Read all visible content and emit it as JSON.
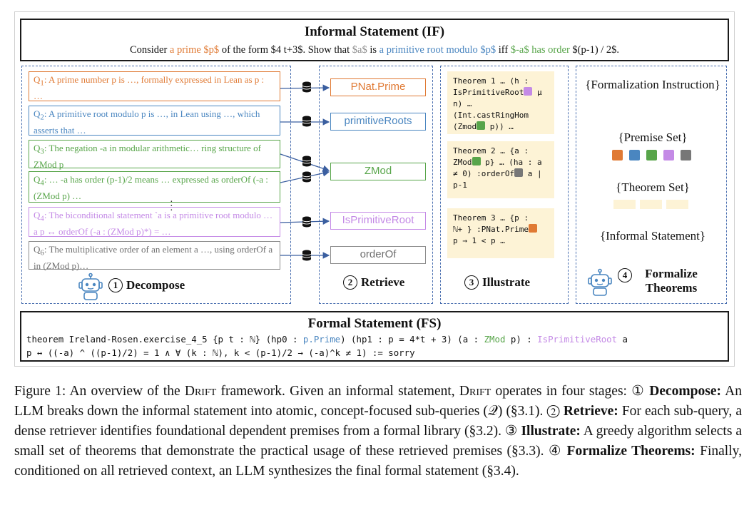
{
  "informal_statement": {
    "title": "Informal Statement (IF)",
    "text_parts": [
      "Consider ",
      "a prime $p$",
      " of the form $4 t+3$. Show that ",
      "$a$",
      " is ",
      "a primitive root modulo $p$",
      " iff ",
      "$-a$ has order",
      " $(p-1) / 2$."
    ]
  },
  "queries": [
    {
      "id": "Q",
      "sub": "1",
      "text": ": A prime number p is …, formally expressed in Lean as p :  …"
    },
    {
      "id": "Q",
      "sub": "2",
      "text": ": A primitive root modulo p is …, in Lean using …, which asserts that …"
    },
    {
      "id": "Q",
      "sub": "3",
      "text": ": The negation -a in modular arithmetic… ring structure of ZMod p"
    },
    {
      "id": "Q",
      "sub": "4",
      "text": ": … -a has order (p-1)/2 means … expressed as orderOf (-a : (ZMod p) …"
    },
    {
      "id": "Q",
      "sub": "4",
      "text": ": The biconditional statement `a is a primitive root modulo … a p ↔ orderOf (-a : (ZMod p)*) = …"
    },
    {
      "id": "Q",
      "sub": "6",
      "text": ": The multiplicative order of an element a …, using orderOf a in (ZMod p)…"
    }
  ],
  "premises": [
    "PNat.Prime",
    "primitiveRoots",
    "ZMod",
    "IsPrimitiveRoot",
    "orderOf"
  ],
  "theorems": [
    {
      "lines": [
        "Theorem 1 … (h :",
        "IsPrimitiveRoot",
        " μ",
        "n) …",
        "(Int.castRingHom",
        "(Zmod",
        " p)) …"
      ]
    },
    {
      "lines": [
        "Theorem 2 … {a :",
        "ZMod",
        " p} … (ha : a",
        "≠ 0) :orderOf",
        " a |",
        "p-1"
      ]
    },
    {
      "lines": [
        "Theorem 3 … {p :",
        "ℕ+ } :PNat.Prime",
        "",
        "p → 1 < p …"
      ]
    }
  ],
  "formalize_inputs": [
    "{Formalization Instruction}",
    "{Premise Set}",
    "{Theorem Set}",
    "{Informal Statement}"
  ],
  "stages": [
    {
      "num": "1",
      "label": "Decompose"
    },
    {
      "num": "2",
      "label": "Retrieve"
    },
    {
      "num": "3",
      "label": "Illustrate"
    },
    {
      "num": "4",
      "label": "Formalize Theorems"
    }
  ],
  "formal_statement": {
    "title": "Formal Statement (FS)",
    "line1_parts": [
      "theorem Ireland-Rosen.exercise_4_5 {p t : ℕ} (hp0 : ",
      "p.Prime",
      ") (hp1 : p = 4*t + 3) (a : ",
      "ZMod",
      " p) : ",
      "IsPrimitiveRoot",
      " a"
    ],
    "line2": "p ↔ ((-a) ^ ((p-1)/2) = 1 ∧ ∀ (k : ℕ), k < (p-1)/2 → (-a)^k ≠ 1) := sorry"
  },
  "caption": {
    "fig": "Figure 1: An overview of the ",
    "name": "Drift",
    "p1": " framework. Given an informal statement, ",
    "p2": " operates in four stages: ",
    "s1_num": "①",
    "s1_label": "Decompose:",
    "s1_text": " An LLM breaks down the informal statement into atomic, concept-focused sub-queries (𝒬) (§3.1). ",
    "s2_num": "②",
    "s2_label": "Retrieve:",
    "s2_text": " For each sub-query, a dense retriever identifies foundational dependent premises from a formal library (§3.2). ",
    "s3_num": "③",
    "s3_label": "Illustrate:",
    "s3_text": " A greedy algorithm selects a small set of theorems that demonstrate the practical usage of these retrieved premises (§3.3). ",
    "s4_num": "④",
    "s4_label": "Formalize Theorems:",
    "s4_text": " Finally, conditioned on all retrieved context, an LLM synthesizes the final formal statement (§3.4)."
  },
  "colors": {
    "orange": "#e07a34",
    "blue": "#4a86c0",
    "green": "#58a54a",
    "purple": "#c48ae6",
    "gray": "#8c8c8c",
    "theorem_bg": "#fdf3d6"
  }
}
